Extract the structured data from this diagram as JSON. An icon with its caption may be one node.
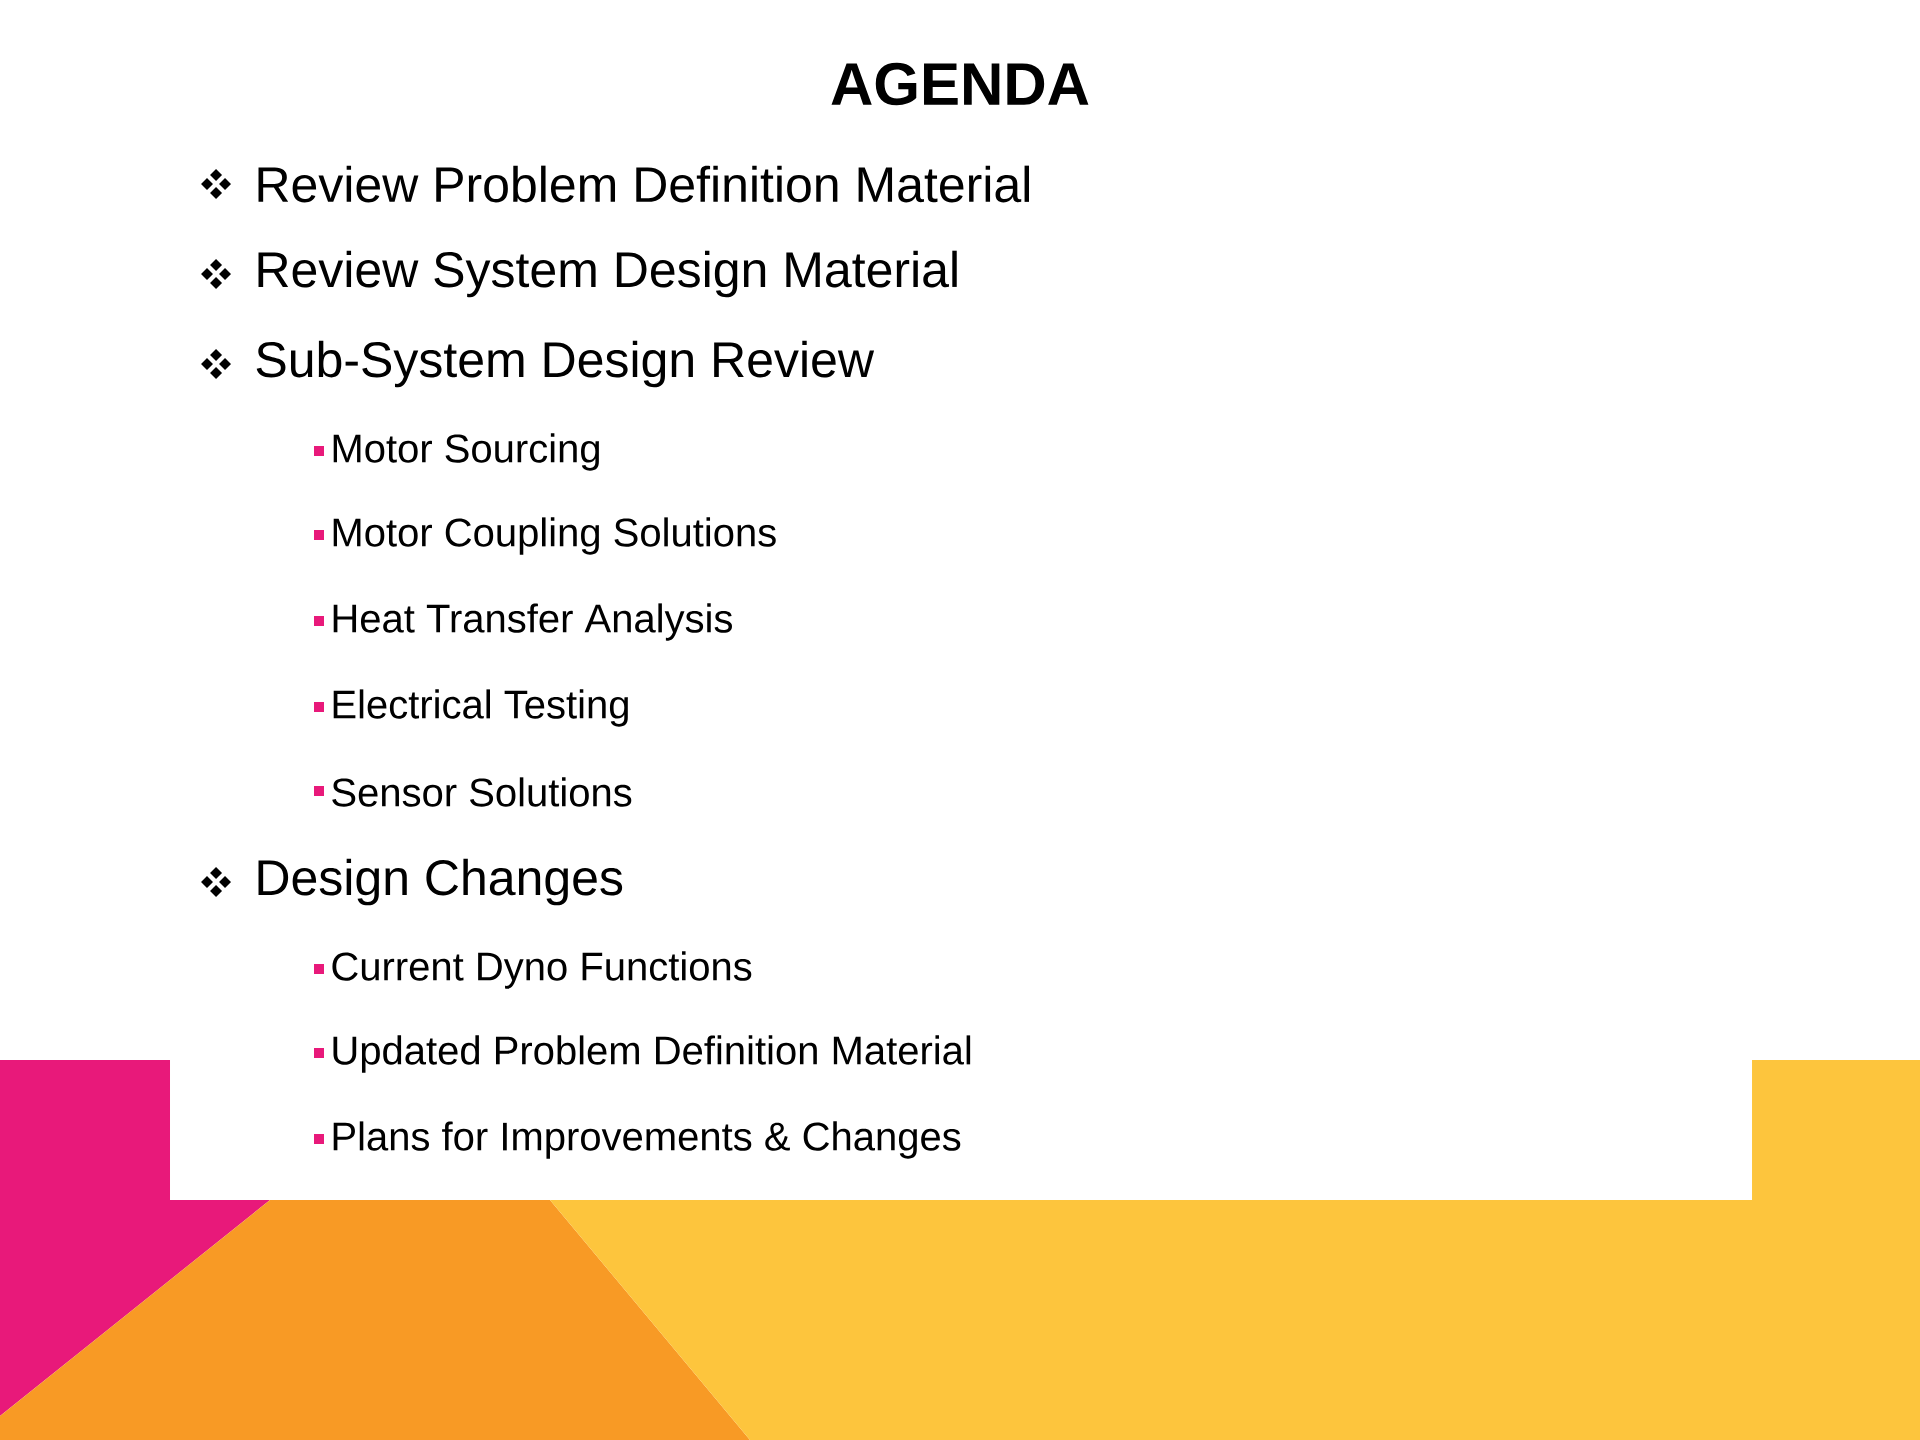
{
  "diagram": {
    "title": "AGENDA",
    "labels": [
      "Review Problem Definition Material",
      "Review System Design Material",
      "Sub-System Design Review",
      "Motor Sourcing",
      "Motor Coupling Solutions",
      "Heat Transfer Analysis",
      "Electrical Testing",
      "Sensor Solutions",
      "Design Changes",
      "Current Dyno Functions",
      "Updated Problem Definition Material",
      "Plans for Improvements & Changes"
    ]
  }
}
